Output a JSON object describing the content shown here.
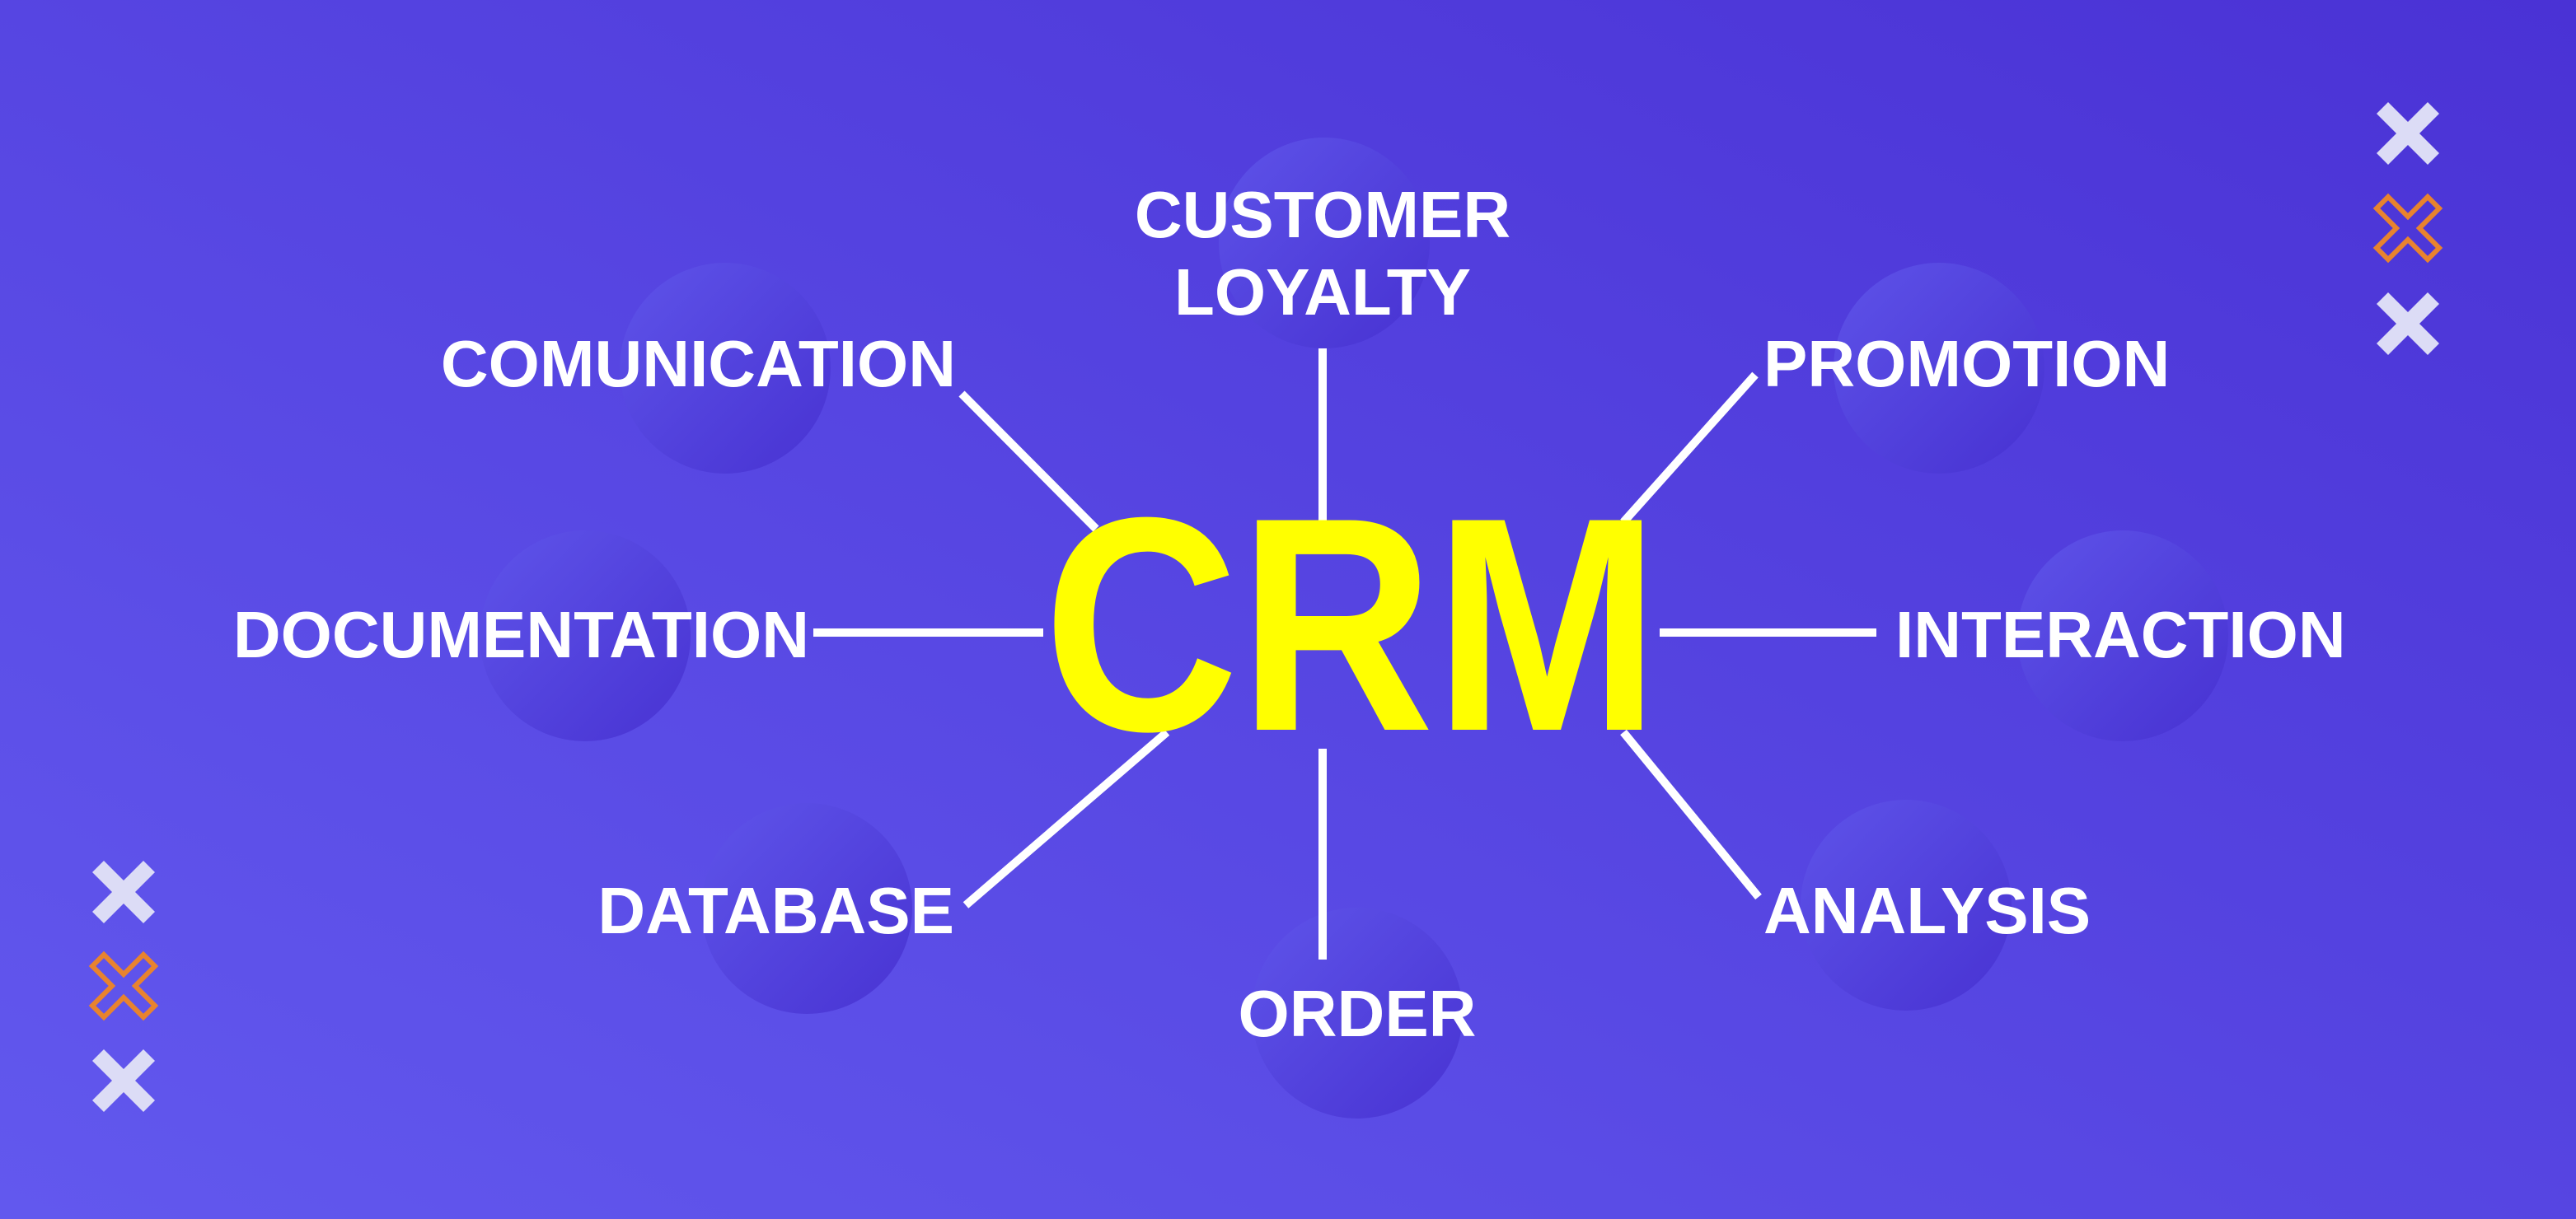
{
  "center": {
    "label": "CRM",
    "color": "#ffff00"
  },
  "nodes": {
    "customer_loyalty": {
      "line1": "CUSTOMER",
      "line2": "LOYALTY"
    },
    "comunication": {
      "label": "COMUNICATION"
    },
    "promotion": {
      "label": "PROMOTION"
    },
    "documentation": {
      "label": "DOCUMENTATION"
    },
    "interaction": {
      "label": "INTERACTION"
    },
    "database": {
      "label": "DATABASE"
    },
    "order": {
      "label": "ORDER"
    },
    "analysis": {
      "label": "ANALYSIS"
    }
  },
  "colors": {
    "bg_start": "#6156ec",
    "bg_end": "#4a33d6",
    "cross_fill": "#dcdcf6",
    "cross_outline": "#e8832e"
  }
}
